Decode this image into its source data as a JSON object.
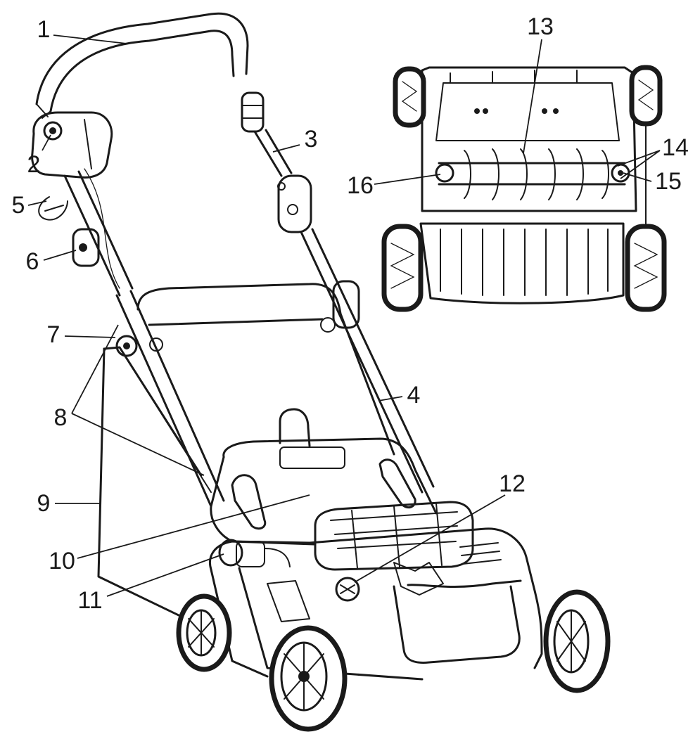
{
  "diagram": {
    "callouts": [
      {
        "id": "1",
        "label": "1"
      },
      {
        "id": "2",
        "label": "2"
      },
      {
        "id": "3",
        "label": "3"
      },
      {
        "id": "4",
        "label": "4"
      },
      {
        "id": "5",
        "label": "5"
      },
      {
        "id": "6",
        "label": "6"
      },
      {
        "id": "7",
        "label": "7"
      },
      {
        "id": "8",
        "label": "8"
      },
      {
        "id": "9",
        "label": "9"
      },
      {
        "id": "10",
        "label": "10"
      },
      {
        "id": "11",
        "label": "11"
      },
      {
        "id": "12",
        "label": "12"
      },
      {
        "id": "13",
        "label": "13"
      },
      {
        "id": "14",
        "label": "14"
      },
      {
        "id": "15",
        "label": "15"
      },
      {
        "id": "16",
        "label": "16"
      }
    ],
    "colors": {
      "line": "#1a1a1a",
      "background": "#ffffff"
    }
  }
}
